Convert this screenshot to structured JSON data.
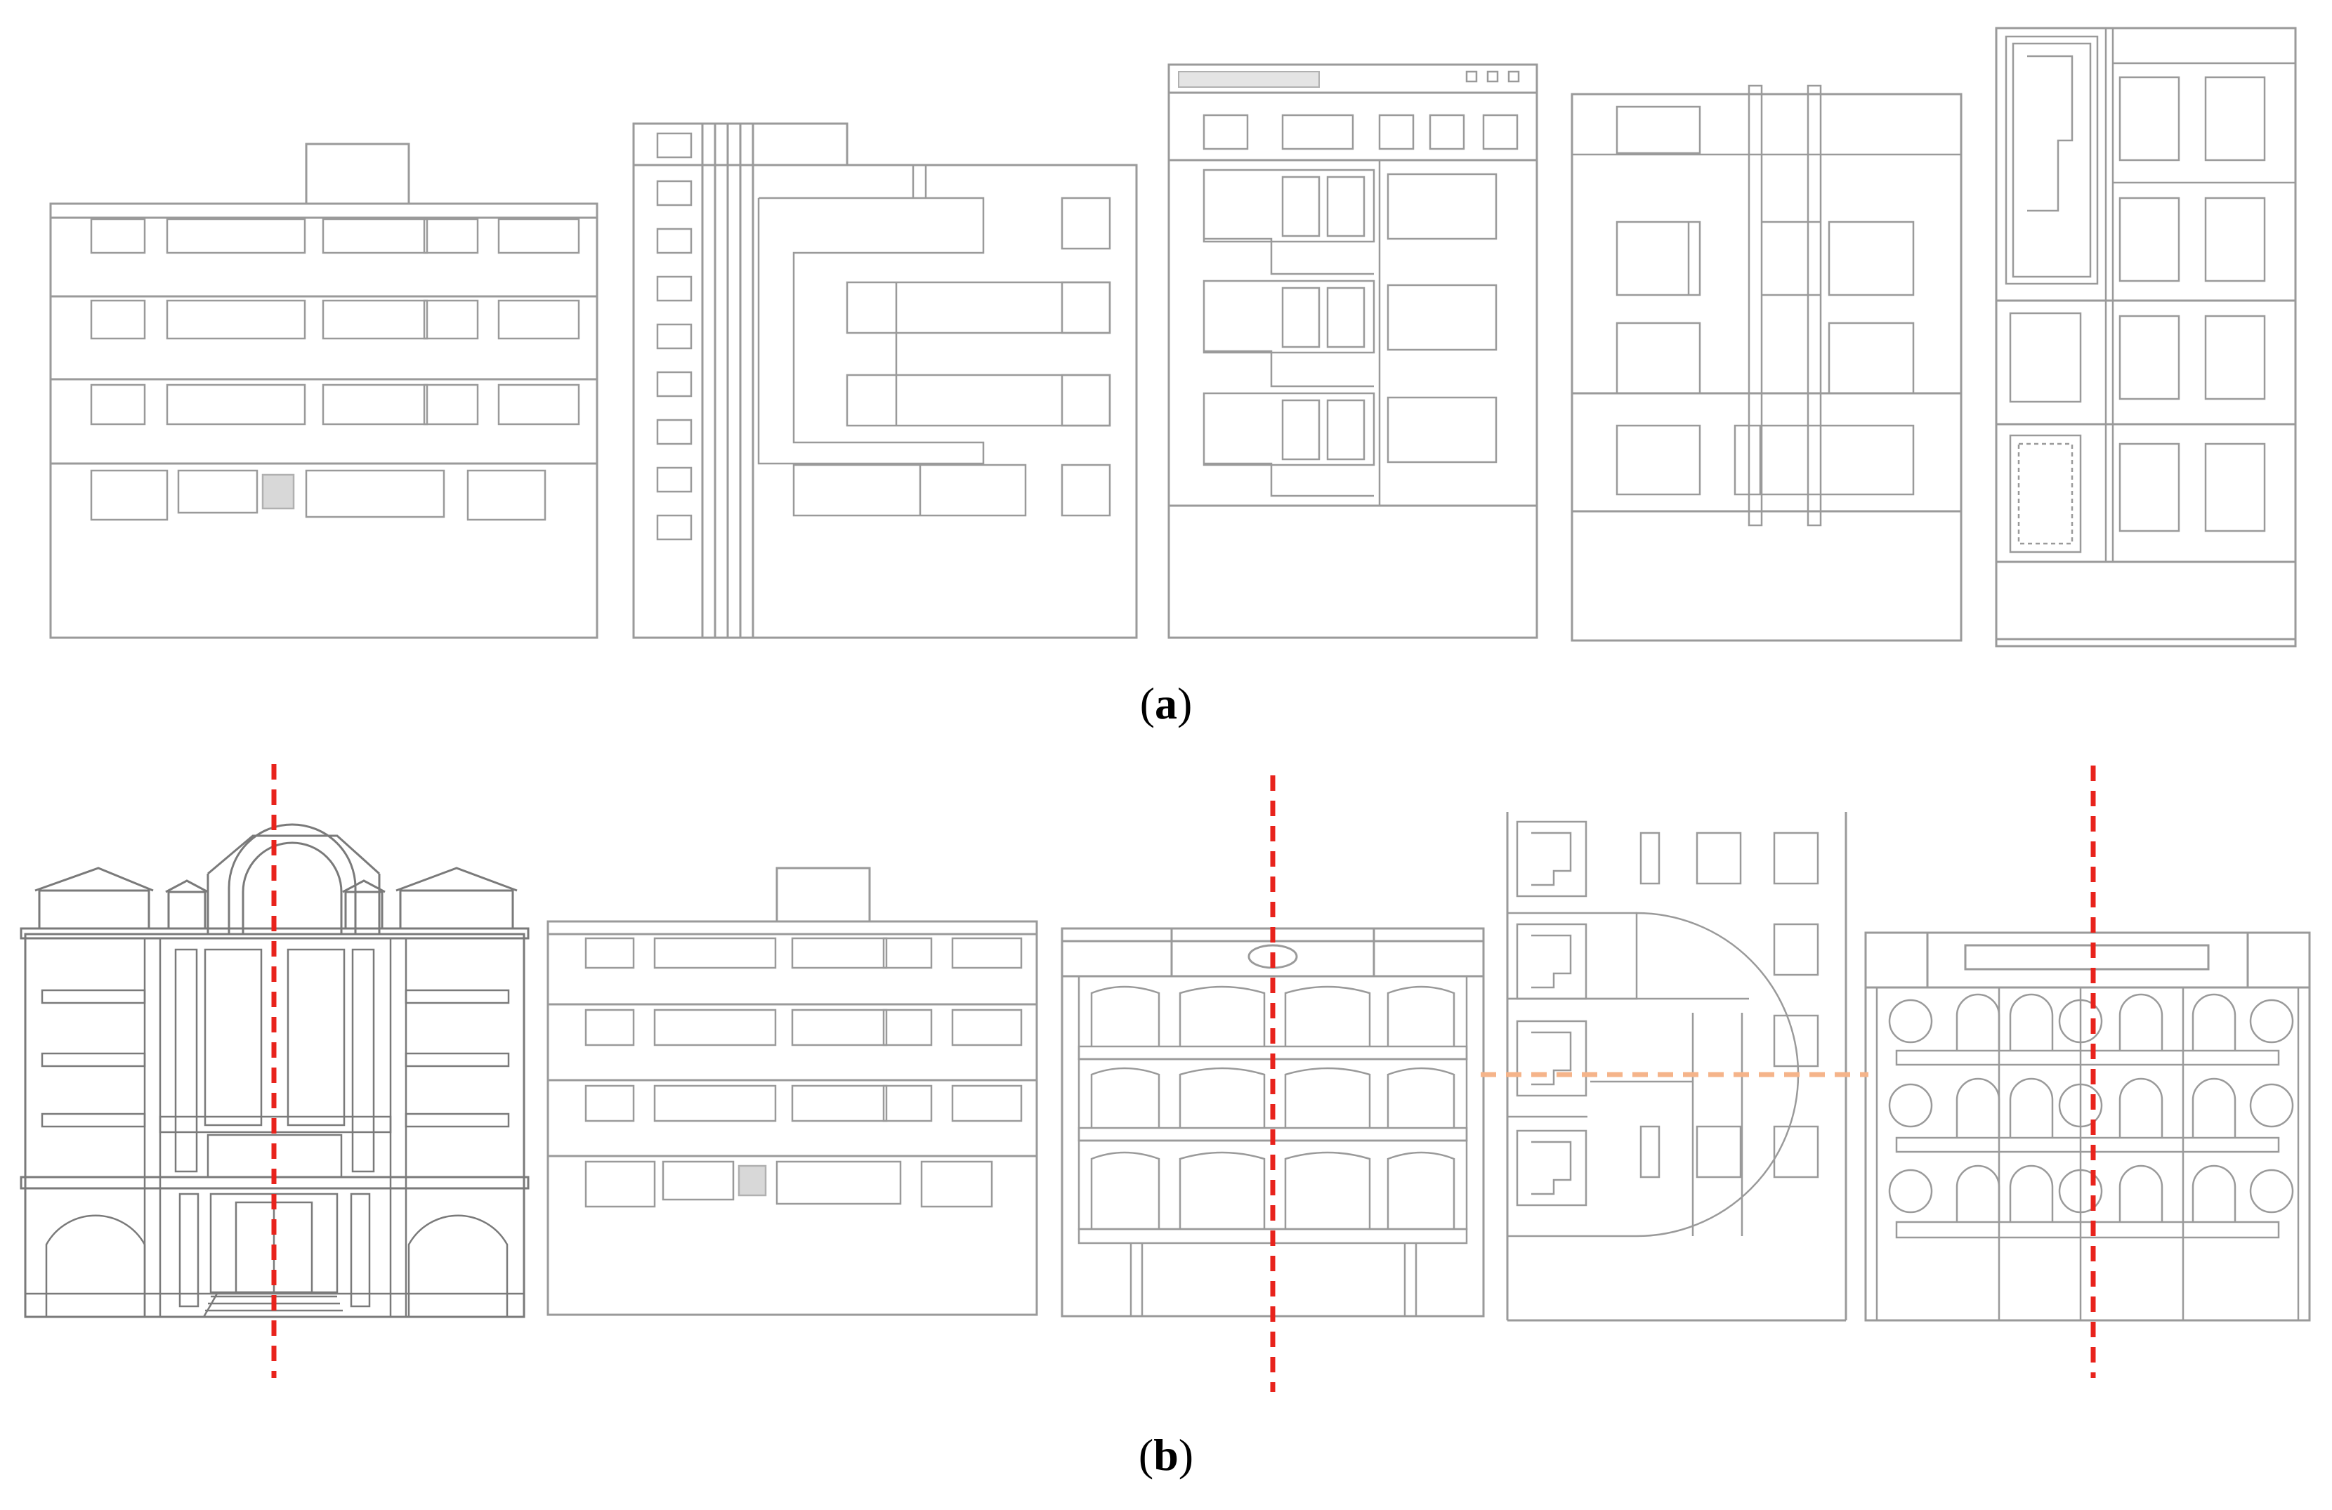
{
  "figure": {
    "panels": [
      {
        "id": "a",
        "label_open": "(",
        "label_letter": "a",
        "label_close": ")"
      },
      {
        "id": "b",
        "label_open": "(",
        "label_letter": "b",
        "label_close": ")"
      }
    ]
  },
  "colors": {
    "line": "#9a9a9a",
    "line_dark": "#7a7a7a",
    "axis_vertical": "#e8231c",
    "axis_horizontal": "#f5b48a"
  }
}
